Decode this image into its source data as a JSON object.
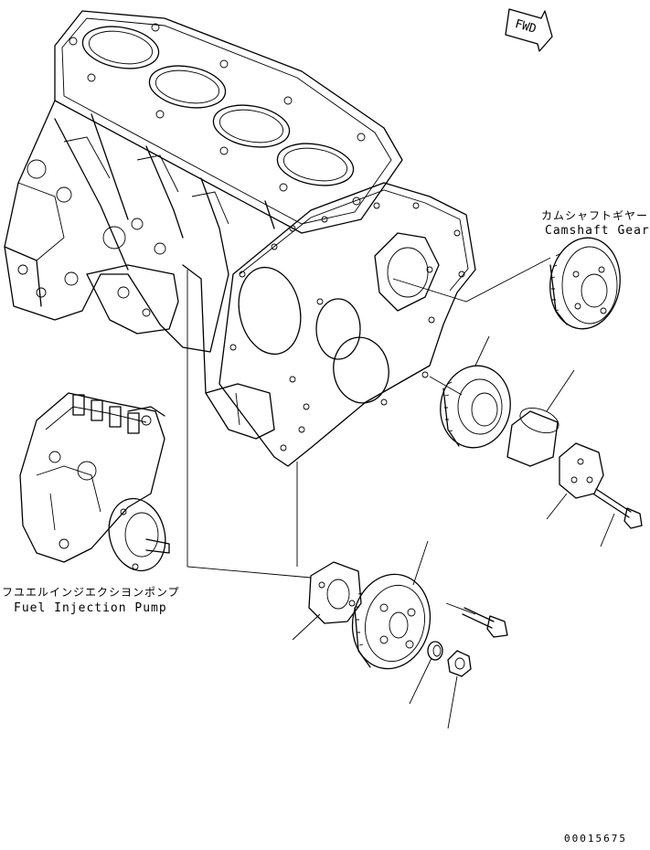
{
  "fwd_marker": {
    "text": "FWD",
    "icon": "fwd-arrow-icon"
  },
  "callouts": {
    "camshaft_gear": {
      "jp": "カムシャフトギヤー",
      "en": "Camshaft Gear"
    },
    "fuel_injection_pump": {
      "jp": "フユエルインジエクシヨンポンプ",
      "en": "Fuel Injection Pump"
    }
  },
  "drawing_number": "00015675"
}
